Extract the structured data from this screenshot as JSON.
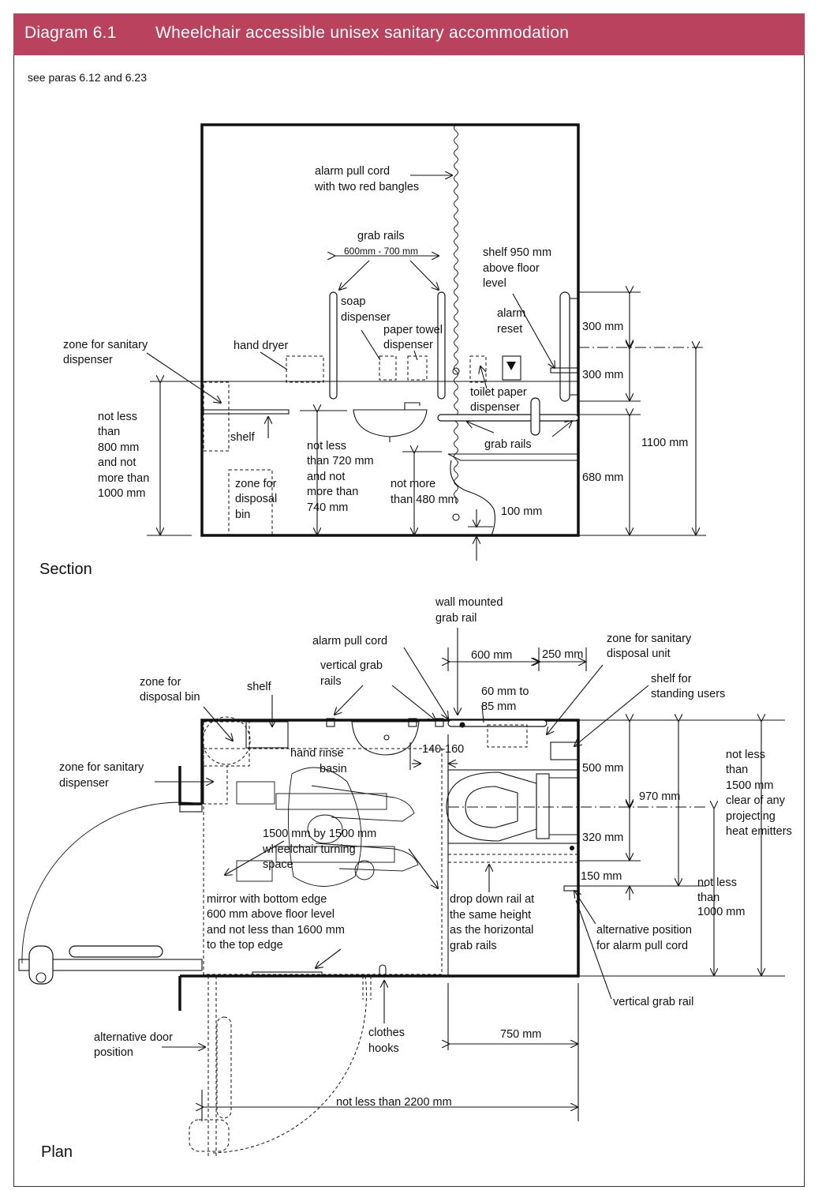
{
  "header": {
    "diagram_number": "Diagram 6.1",
    "title": "Wheelchair accessible unisex sanitary accommodation"
  },
  "reference": "see paras 6.12 and 6.23",
  "colors": {
    "title_bar": "#b9435e",
    "title_text": "#ffffff",
    "lines": "#111111"
  },
  "section": {
    "heading": "Section",
    "labels": {
      "alarm_cord_1": "alarm pull cord",
      "alarm_cord_2": "with two red bangles",
      "grab_rails": "grab rails",
      "grab_rails_spacing": "600mm - 700 mm",
      "shelf_950_1": "shelf 950 mm",
      "shelf_950_2": "above floor",
      "shelf_950_3": "level",
      "soap_1": "soap",
      "soap_2": "dispenser",
      "alarm_reset_1": "alarm",
      "alarm_reset_2": "reset",
      "paper_towel_1": "paper towel",
      "paper_towel_2": "dispenser",
      "zone_sanitary_1": "zone for sanitary",
      "zone_sanitary_2": "dispenser",
      "hand_dryer": "hand dryer",
      "toilet_paper_1": "toilet paper",
      "toilet_paper_2": "dispenser",
      "grab_rails_lower": "grab rails",
      "shelf": "shelf",
      "height_800_1000_1": "not less",
      "height_800_1000_2": "than",
      "height_800_1000_3": "800 mm",
      "height_800_1000_4": "and not",
      "height_800_1000_5": "more than",
      "height_800_1000_6": "1000 mm",
      "basin_720_740_1": "not less",
      "basin_720_740_2": "than 720 mm",
      "basin_720_740_3": "and not",
      "basin_720_740_4": "more than",
      "basin_720_740_5": "740 mm",
      "zone_bin_1": "zone for",
      "zone_bin_2": "disposal",
      "zone_bin_3": "bin",
      "seat_480_1": "not more",
      "seat_480_2": "than 480 mm",
      "dim_100": "100 mm",
      "dim_300_upper": "300 mm",
      "dim_300_lower": "300 mm",
      "dim_680": "680 mm",
      "dim_1100": "1100 mm"
    }
  },
  "plan": {
    "heading": "Plan",
    "labels": {
      "wall_rail_1": "wall mounted",
      "wall_rail_2": "grab rail",
      "alarm_cord": "alarm pull cord",
      "zone_disposal_unit_1": "zone for sanitary",
      "zone_disposal_unit_2": "disposal unit",
      "dim_600": "600 mm",
      "dim_250": "250 mm",
      "vertical_rails_1": "vertical grab",
      "vertical_rails_2": "rails",
      "shelf_standing_1": "shelf for",
      "shelf_standing_2": "standing users",
      "zone_bin_1": "zone for",
      "zone_bin_2": "disposal bin",
      "shelf": "shelf",
      "rail_60_85_1": "60 mm to",
      "rail_60_85_2": "85 mm",
      "dim_140_160": "140-160",
      "hand_basin_1": "hand rinse",
      "hand_basin_2": "basin",
      "zone_dispenser_1": "zone for sanitary",
      "zone_dispenser_2": "dispenser",
      "dim_500": "500 mm",
      "dim_970": "970 mm",
      "not_less_1500_1": "not less",
      "not_less_1500_2": "than",
      "not_less_1500_3": "1500 mm",
      "not_less_1500_4": "clear of any",
      "not_less_1500_5": "projecting",
      "not_less_1500_6": "heat emitters",
      "turning_1": "1500 mm by 1500 mm",
      "turning_2": "wheelchair turning",
      "turning_3": "space",
      "dim_320": "320 mm",
      "dim_150": "150 mm",
      "not_less_1000_1": "not less",
      "not_less_1000_2": "than",
      "not_less_1000_3": "1000 mm",
      "mirror_1": "mirror with bottom edge",
      "mirror_2": "600 mm above floor level",
      "mirror_3": "and not less than 1600 mm",
      "mirror_4": "to the top edge",
      "drop_rail_1": "drop down rail at",
      "drop_rail_2": "the same height",
      "drop_rail_3": "as the horizontal",
      "drop_rail_4": "grab rails",
      "alt_alarm_1": "alternative position",
      "alt_alarm_2": "for alarm pull cord",
      "vertical_rail": "vertical grab rail",
      "alt_door_1": "alternative door",
      "alt_door_2": "position",
      "clothes_1": "clothes",
      "clothes_2": "hooks",
      "dim_750": "750 mm",
      "dim_2200": "not less than 2200 mm"
    }
  }
}
